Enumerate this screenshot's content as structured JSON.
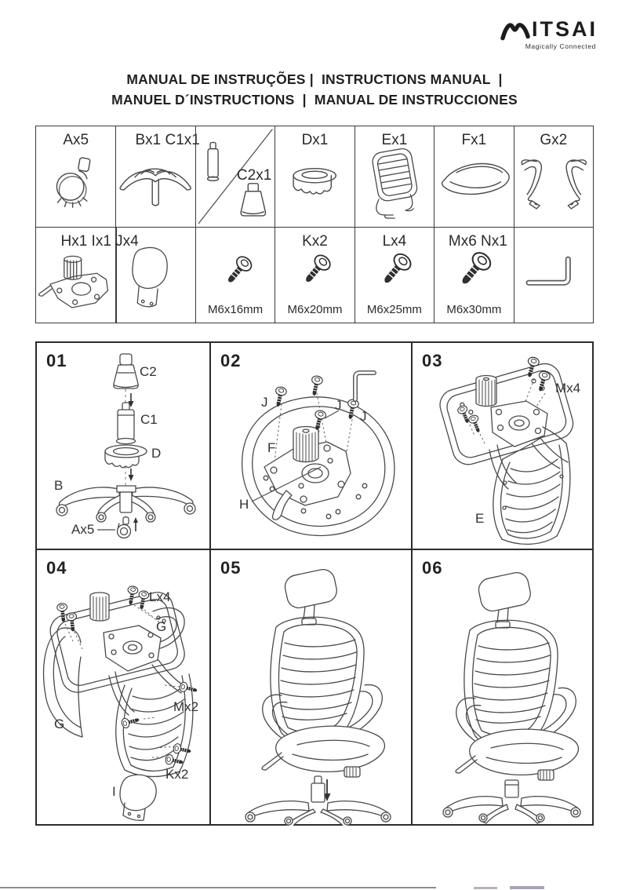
{
  "colors": {
    "ink": "#231f20",
    "line_art": "#4a4a4a",
    "table_border": "#3a3a3a"
  },
  "brand": {
    "name": "MITSAI",
    "wordmark_rest": "ITSAI",
    "tagline": "Magically Connected"
  },
  "title": {
    "line1": "MANUAL DE INSTRUÇÕES |  INSTRUCTIONS MANUAL  |",
    "line2": "MANUEL D´INSTRUCTIONS  |  MANUAL DE INSTRUCCIONES"
  },
  "parts_table": {
    "row1": [
      {
        "label": "Ax5",
        "icon": "caster-wheel-icon"
      },
      {
        "label": "Bx1 C1x1",
        "icon": "chair-base-icon"
      },
      {
        "label": "C2x1",
        "icons": [
          "gas-lift-icon",
          "lift-cover-icon"
        ]
      },
      {
        "label": "Dx1",
        "icon": "base-cap-icon"
      },
      {
        "label": "Ex1",
        "icon": "backrest-frame-icon"
      },
      {
        "label": "Fx1",
        "icon": "seat-cushion-icon"
      },
      {
        "label": "Gx2",
        "icon": "armrest-pair-icon"
      }
    ],
    "row2": {
      "merged_label": "Hx1 Ix1 Jx4",
      "merged_icons": [
        "tilt-mechanism-icon",
        "headrest-icon"
      ],
      "screws": [
        {
          "label": "",
          "size": "M6x16mm",
          "icon": "screw-icon"
        },
        {
          "label": "Kx2",
          "size": "M6x20mm",
          "icon": "screw-icon"
        },
        {
          "label": "Lx4",
          "size": "M6x25mm",
          "icon": "screw-icon"
        },
        {
          "label": "Mx6 Nx1",
          "size": "M6x30mm",
          "icon": "screw-icon"
        },
        {
          "label": "",
          "size": "",
          "icon": "allen-key-icon"
        }
      ]
    }
  },
  "steps": [
    {
      "number": "01",
      "labels": {
        "c2": "C2",
        "c1": "C1",
        "d": "D",
        "b": "B",
        "ax5": "Ax5"
      }
    },
    {
      "number": "02",
      "labels": {
        "j1": "J",
        "j2": "J",
        "j3": "J",
        "f": "F",
        "h": "H"
      }
    },
    {
      "number": "03",
      "labels": {
        "mx4": "Mx4",
        "e": "E"
      }
    },
    {
      "number": "04",
      "labels": {
        "lx4": "Lx4",
        "g_right": "G",
        "mx2": "Mx2",
        "g_left": "G",
        "kx2": "Kx2",
        "i": "I"
      }
    },
    {
      "number": "05",
      "labels": {}
    },
    {
      "number": "06",
      "labels": {}
    }
  ]
}
